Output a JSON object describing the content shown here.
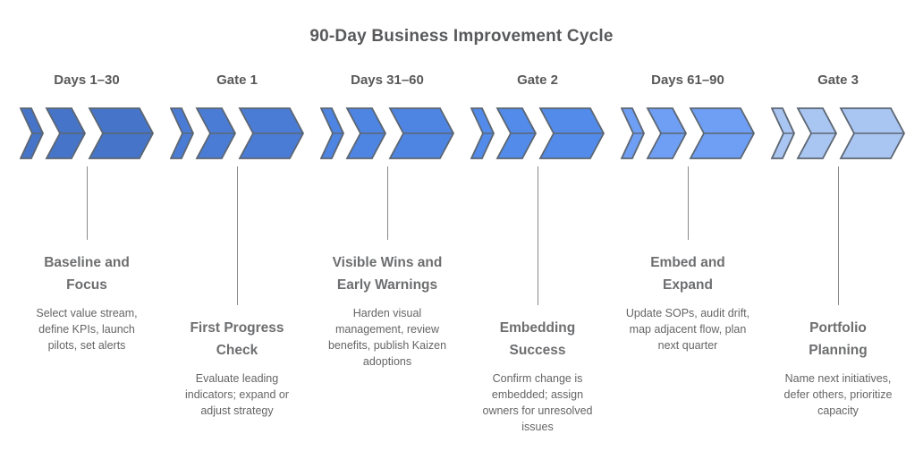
{
  "title": "90-Day Business Improvement Cycle",
  "colors": {
    "title_text": "#58595b",
    "label_text": "#58595b",
    "heading_text": "#6d6e70",
    "description_text": "#656567",
    "connector_line": "#898989",
    "chevron_stroke": "#5c6672"
  },
  "stages": [
    {
      "label": "Days 1–30",
      "type": "phase",
      "heading": "Baseline and Focus",
      "description": "Select value stream, define KPIs, launch pilots, set alerts",
      "chevron_fill": "#4674C8"
    },
    {
      "label": "Gate 1",
      "type": "gate",
      "heading": "First Progress Check",
      "description": "Evaluate leading indicators; expand or adjust strategy",
      "chevron_fill": "#4A7CD6"
    },
    {
      "label": "Days 31–60",
      "type": "phase",
      "heading": "Visible Wins and Early Warnings",
      "description": "Harden visual management, review benefits, publish Kaizen adoptions",
      "chevron_fill": "#4E84E2"
    },
    {
      "label": "Gate 2",
      "type": "gate",
      "heading": "Embedding Success",
      "description": "Confirm change is embedded; assign owners for unresolved issues",
      "chevron_fill": "#528BEA"
    },
    {
      "label": "Days 61–90",
      "type": "phase",
      "heading": "Embed and Expand",
      "description": "Update SOPs, audit drift, map adjacent flow, plan next quarter",
      "chevron_fill": "#6E9FF4"
    },
    {
      "label": "Gate 3",
      "type": "gate",
      "heading": "Portfolio Planning",
      "description": "Name next initiatives, defer others, prioritize capacity",
      "chevron_fill": "#A9C5F2"
    }
  ]
}
